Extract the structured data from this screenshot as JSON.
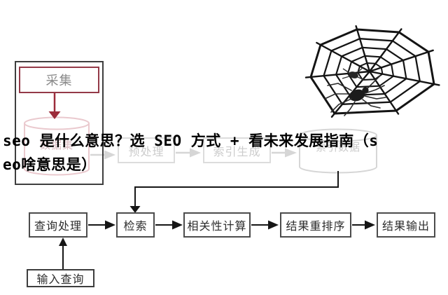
{
  "headline": {
    "full_text": "seo 是什么意思？选 SEO 方式 + 看未来发展指南（seo啥意思是）",
    "lines": [
      "seo 是什么意思？选 SEO 方式 + 看未来发展指南（s",
      "eo啥意思是）"
    ]
  },
  "crawler_section": {
    "collect_label": "采集",
    "dataset_label": "数据集"
  },
  "index_pipeline": {
    "preprocess_label": "预处理",
    "index_gen_label": "索引生成",
    "index_data_label": "索引数据"
  },
  "query_flow": {
    "nodes": [
      {
        "label": "查询处理"
      },
      {
        "label": "检索"
      },
      {
        "label": "相关性计算"
      },
      {
        "label": "结果重排序"
      },
      {
        "label": "结果输出"
      }
    ],
    "input_label": "输入查询"
  },
  "icons": {
    "spider_web": "spider-web",
    "spider": "spider"
  },
  "colors": {
    "maroon_border": "#943a48",
    "red_arrow": "#9c2b3a",
    "dark_border": "#3e3e3e",
    "flow_border": "#4c4c4c",
    "faded_pink": "#eac9ce",
    "faded_gray": "#d8d8d8",
    "line_black": "#161616",
    "background": "#ffffff"
  }
}
